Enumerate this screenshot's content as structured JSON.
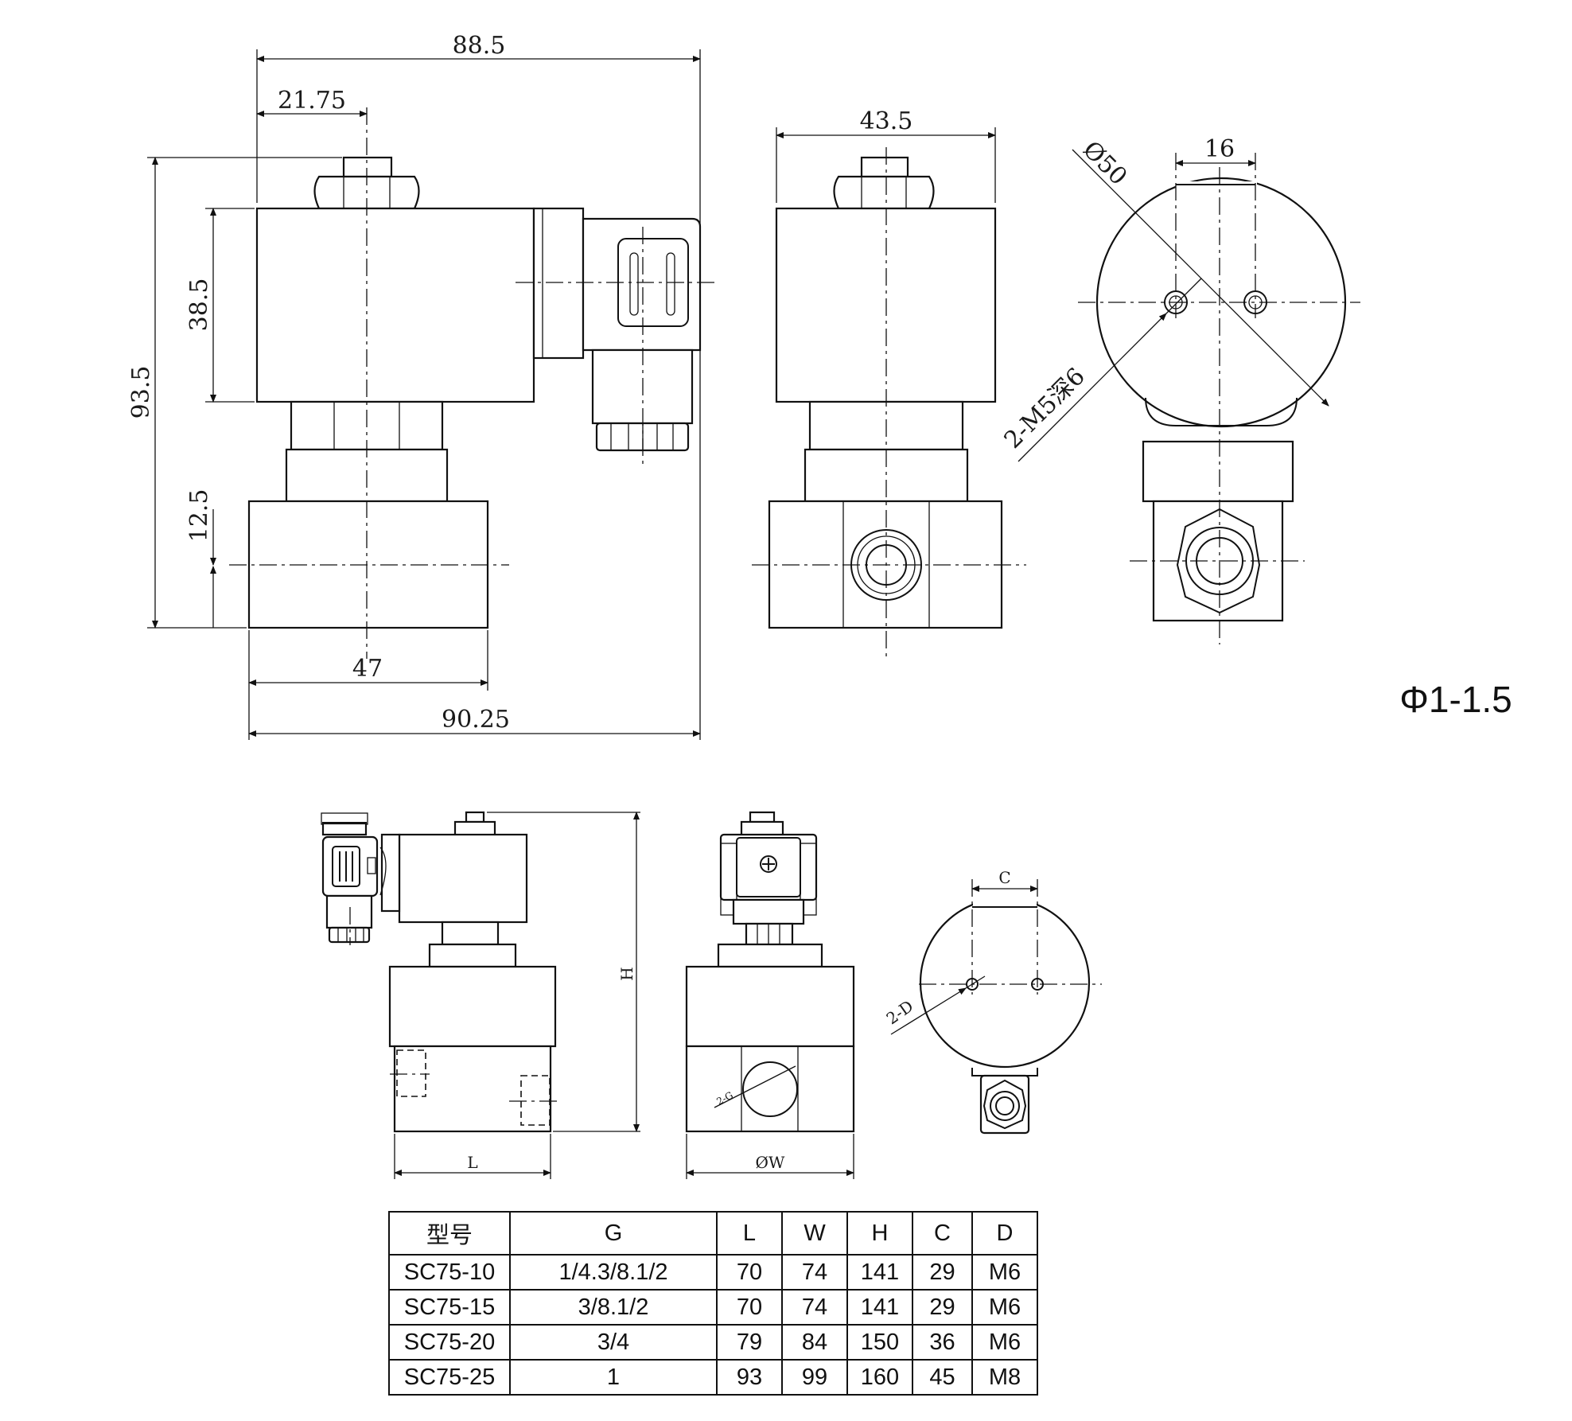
{
  "dimensions": {
    "overall_width_top": "88.5",
    "offset_width": "21.75",
    "coil_height": "38.5",
    "overall_height": "93.5",
    "port_height": "12.5",
    "body_length": "47",
    "overall_width_bottom": "90.25",
    "front_width": "43.5",
    "coil_diameter": "Ø50",
    "hole_spacing": "16",
    "thread_note": "2-M5深6"
  },
  "orifice_label": "Φ1-1.5",
  "generic_labels": {
    "height": "H",
    "length": "L",
    "width": "ØW",
    "hole_spacing": "C",
    "thread": "2-D",
    "port": "2-G"
  },
  "spec_table": {
    "headers": [
      "型号",
      "G",
      "L",
      "W",
      "H",
      "C",
      "D"
    ],
    "rows": [
      [
        "SC75-10",
        "1/4.3/8.1/2",
        "70",
        "74",
        "141",
        "29",
        "M6"
      ],
      [
        "SC75-15",
        "3/8.1/2",
        "70",
        "74",
        "141",
        "29",
        "M6"
      ],
      [
        "SC75-20",
        "3/4",
        "79",
        "84",
        "150",
        "36",
        "M6"
      ],
      [
        "SC75-25",
        "1",
        "93",
        "99",
        "160",
        "45",
        "M8"
      ]
    ]
  }
}
